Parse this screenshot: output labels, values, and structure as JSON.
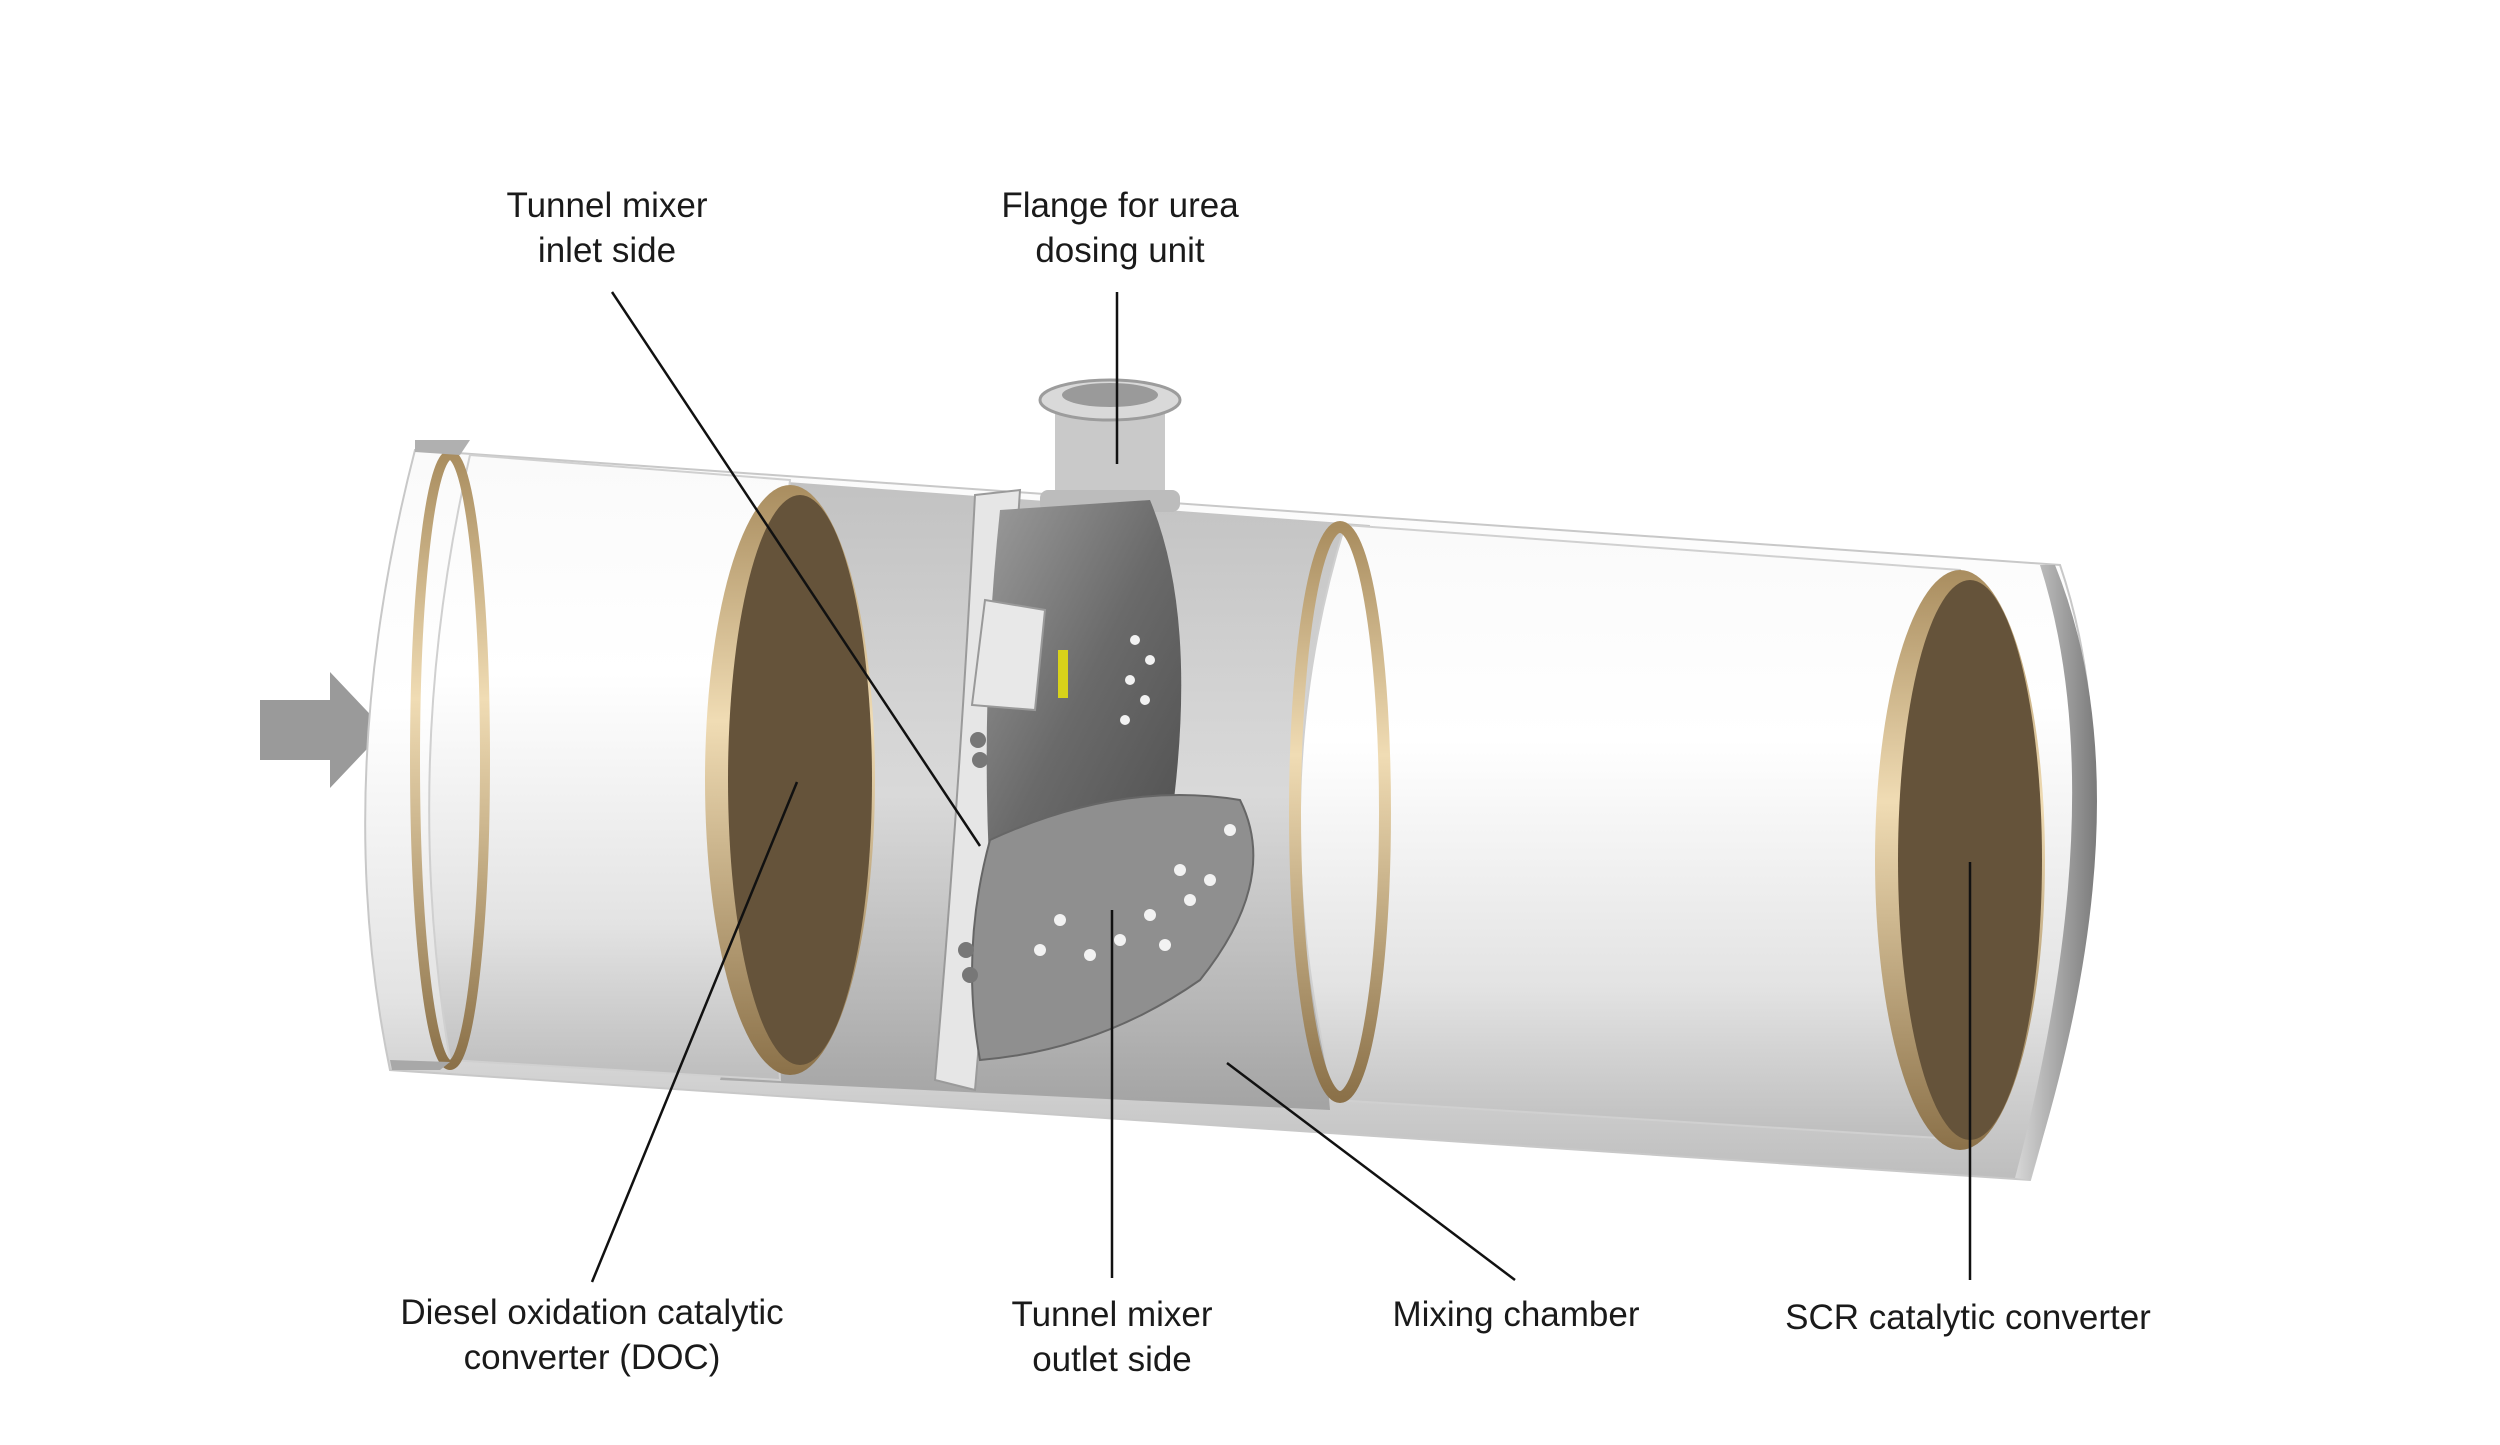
{
  "diagram": {
    "title": "Exhaust aftertreatment system with tunnel mixer",
    "labels": {
      "tunnel_mixer_inlet": {
        "line1": "Tunnel mixer",
        "line2": "inlet side"
      },
      "flange_urea": {
        "line1": "Flange for urea",
        "line2": "dosing unit"
      },
      "doc": {
        "line1": "Diesel oxidation catalytic",
        "line2": "converter (DOC)"
      },
      "tunnel_mixer_outlet": {
        "line1": "Tunnel mixer",
        "line2": "outlet side"
      },
      "mixing_chamber": {
        "line1": "Mixing chamber"
      },
      "scr": {
        "line1": "SCR catalytic converter"
      }
    },
    "colors": {
      "flow_arrow": "#9a9a9a",
      "catalyst_face": "#65533a",
      "catalyst_rim": "#c9a772",
      "shell_light": "#f2f2f2",
      "shell_dark": "#8a8a8a",
      "leader_line": "#111111"
    }
  }
}
